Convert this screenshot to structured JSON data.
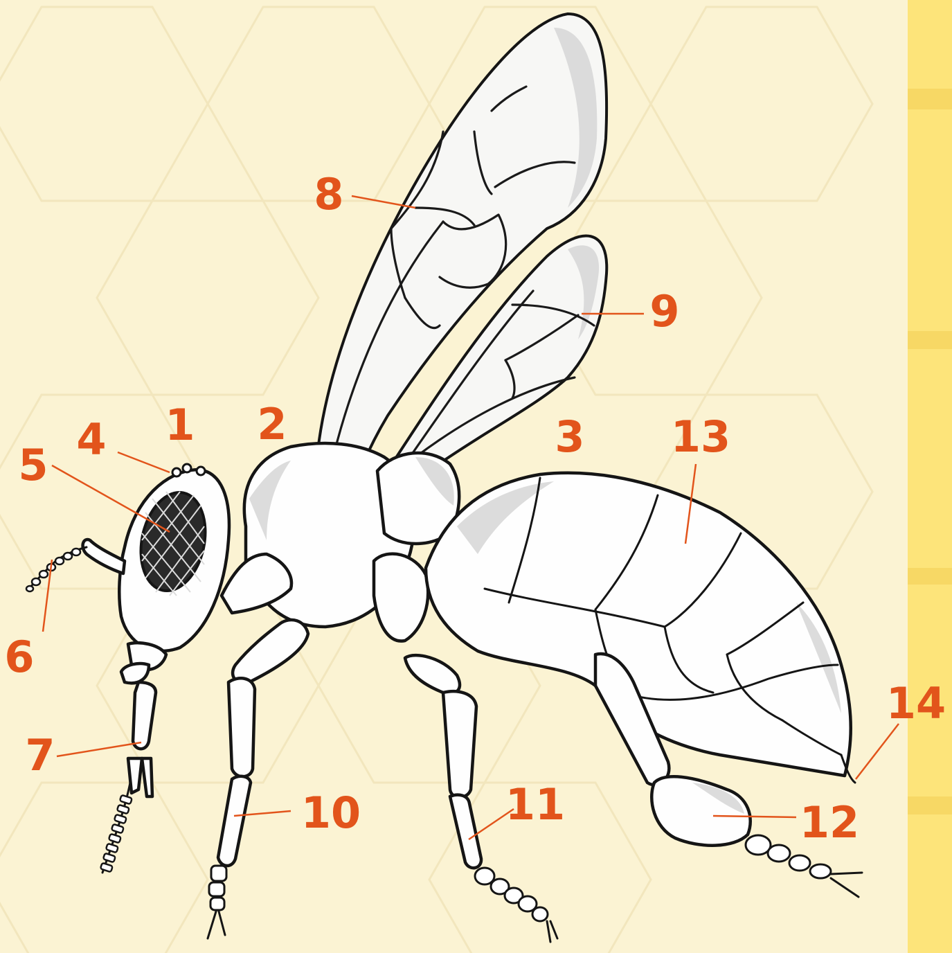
{
  "diagram": {
    "labels": [
      {
        "id": "1",
        "text": "1"
      },
      {
        "id": "2",
        "text": "2"
      },
      {
        "id": "3",
        "text": "3"
      },
      {
        "id": "4",
        "text": "4"
      },
      {
        "id": "5",
        "text": "5"
      },
      {
        "id": "6",
        "text": "6"
      },
      {
        "id": "7",
        "text": "7"
      },
      {
        "id": "8",
        "text": "8"
      },
      {
        "id": "9",
        "text": "9"
      },
      {
        "id": "10",
        "text": "10"
      },
      {
        "id": "11",
        "text": "11"
      },
      {
        "id": "12",
        "text": "12"
      },
      {
        "id": "13",
        "text": "13"
      },
      {
        "id": "14",
        "text": "14"
      }
    ]
  },
  "colors": {
    "background": "#fbf3d3",
    "label": "#e2541b",
    "side_strip": "#fde47a",
    "ink": "#151515"
  }
}
